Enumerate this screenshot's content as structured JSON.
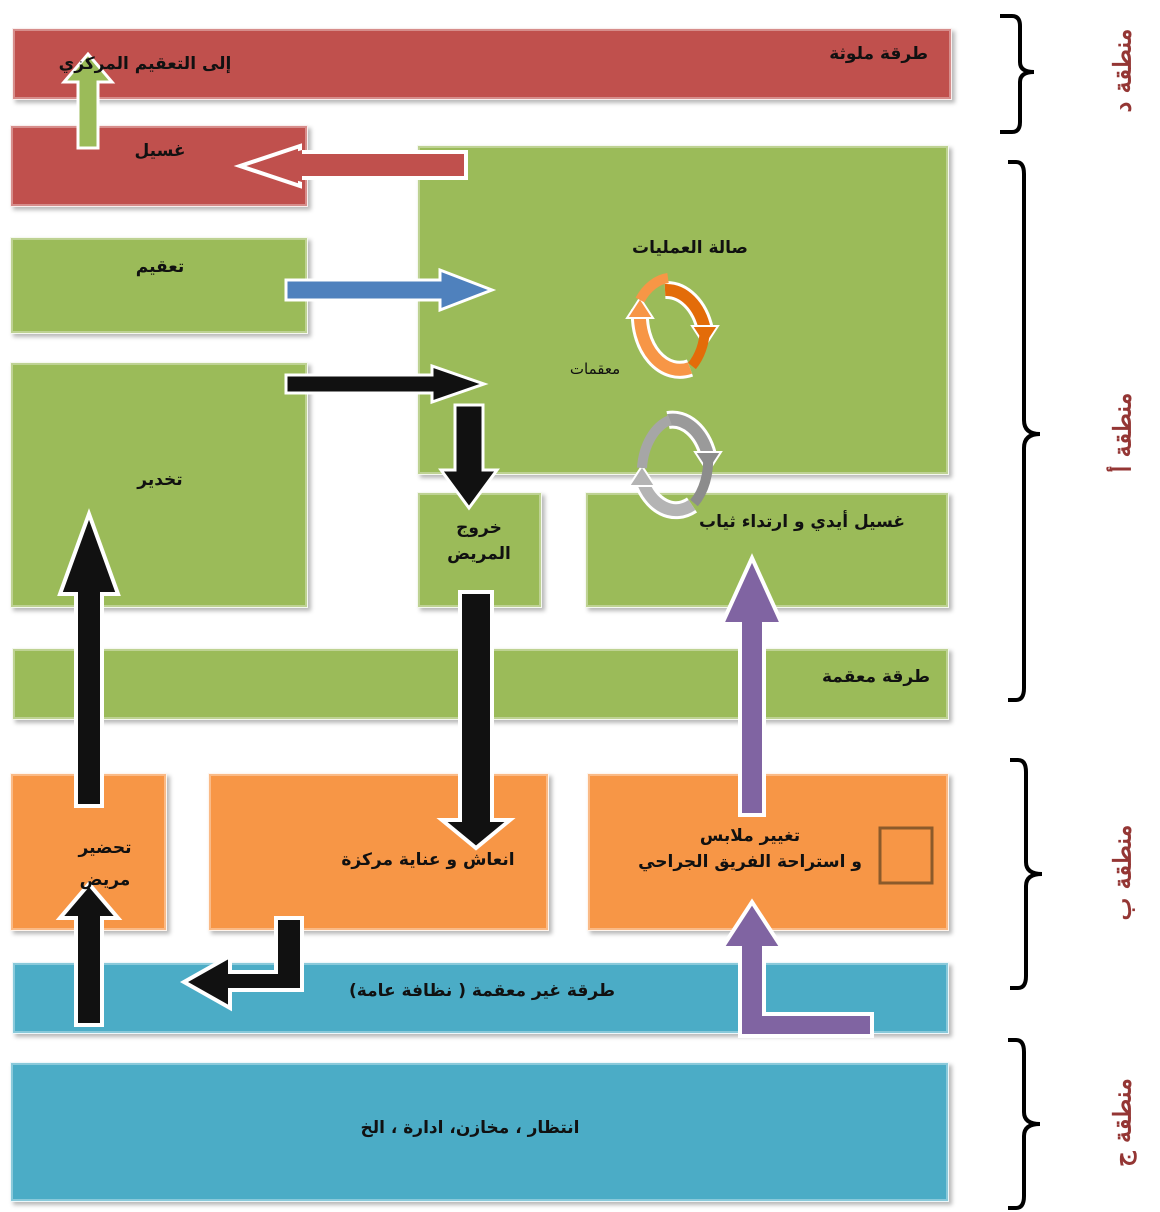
{
  "zones": {
    "zone_d": "منطقة د",
    "zone_a": "منطقة أ",
    "zone_b": "منطقة ب",
    "zone_c": "منطقة ج"
  },
  "rooms": {
    "contaminated_corridor": "طرقة ملوثة",
    "to_central_sterilization": "إلى التعقيم المركزي",
    "washing": "غسيل",
    "sterilization": "تعقيم",
    "operating_hall": "صالة العمليات",
    "sterilized_items": "معقمات",
    "anesthesia": "تخدير",
    "patient_exit_line1": "خروج",
    "patient_exit_line2": "المريض",
    "hand_washing": "غسيل أيدي و ارتداء ثياب",
    "sterile_corridor": "طرقة معقمة",
    "patient_prep_line1": "تحضير",
    "patient_prep_line2": "مريض",
    "recovery_icu": "انعاش و عناية مركزة",
    "change_clothes_line1": "تغيير ملابس",
    "change_clothes_line2": "و استراحة الفريق الجراحي",
    "non_sterile_corridor": "طرقة غير معقمة ( نظافة عامة)",
    "waiting_stores_admin": "انتظار ، مخازن، ادارة ، الخ"
  },
  "colors": {
    "contaminated": "#c0504d",
    "sterile": "#9bbb59",
    "semi": "#f79646",
    "general": "#4bacc6",
    "zone_label": "#943634",
    "bracket": "#000000"
  }
}
